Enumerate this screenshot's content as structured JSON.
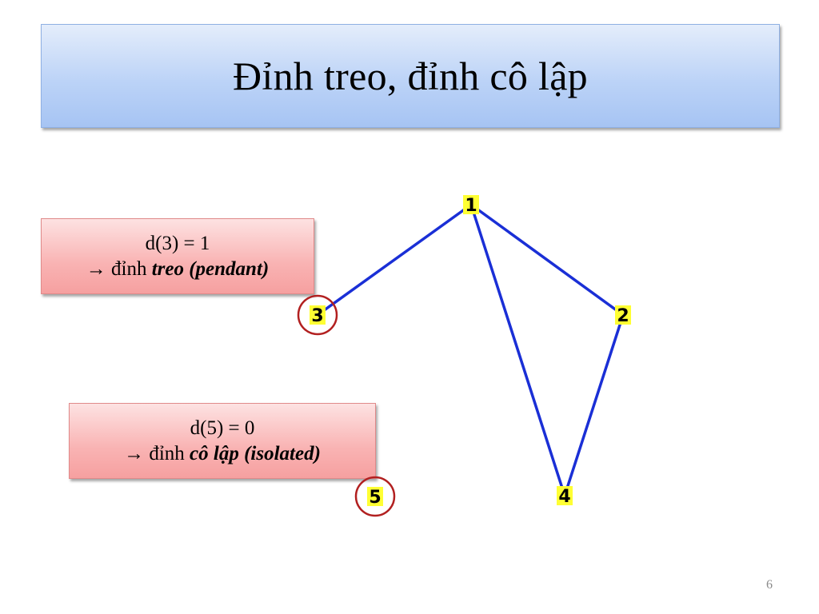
{
  "slide": {
    "title": "Đỉnh treo, đỉnh cô lập",
    "page_number": "6"
  },
  "callouts": {
    "pendant": {
      "line1": "d(3) = 1",
      "arrow": "→",
      "prefix": " đỉnh ",
      "emphasis": "treo (pendant)"
    },
    "isolated": {
      "line1": "d(5) = 0",
      "arrow": "→",
      "prefix": " đỉnh ",
      "emphasis": "cô lập (isolated)"
    }
  },
  "graph": {
    "vertices": [
      {
        "id": "1",
        "label": "1"
      },
      {
        "id": "2",
        "label": "2"
      },
      {
        "id": "3",
        "label": "3",
        "highlight": true
      },
      {
        "id": "4",
        "label": "4"
      },
      {
        "id": "5",
        "label": "5",
        "highlight": true
      }
    ],
    "edges": [
      [
        "1",
        "3"
      ],
      [
        "1",
        "2"
      ],
      [
        "1",
        "4"
      ],
      [
        "2",
        "4"
      ]
    ],
    "colors": {
      "edge": "#1a2fd6",
      "vertex_fill": "#ffff33",
      "highlight_circle": "#b22020"
    }
  }
}
